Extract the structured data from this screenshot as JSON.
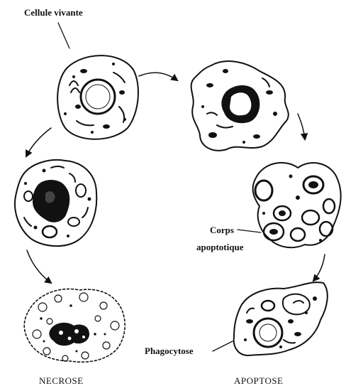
{
  "labels": {
    "living_cell": "Cellule vivante",
    "apoptotic_bodies": [
      "Corps",
      "apoptotique"
    ],
    "phagocytosis": "Phagocytose"
  },
  "captions": {
    "left": "NECROSE",
    "right": "APOPTOSE"
  }
}
